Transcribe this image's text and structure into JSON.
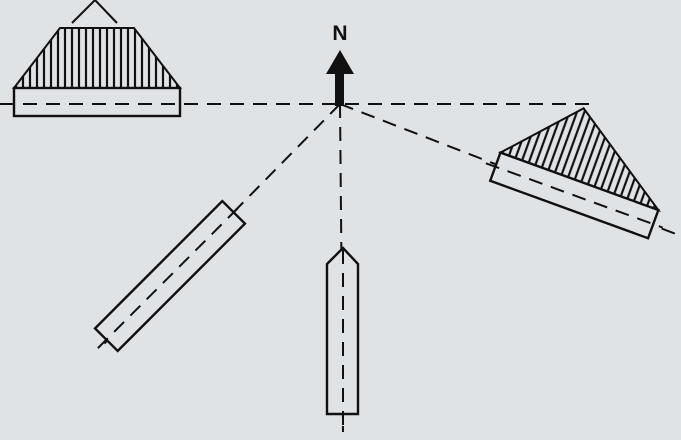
{
  "diagram": {
    "north_label": "N",
    "colors": {
      "background": "#dfe3e6",
      "ink": "#111111",
      "hatch": "#111111"
    },
    "elements": [
      "north-arrow-icon",
      "triangular-prism-west",
      "triangular-prism-east",
      "rectangular-bar-southwest",
      "pentagonal-bar-south",
      "dashed-construction-lines"
    ]
  }
}
